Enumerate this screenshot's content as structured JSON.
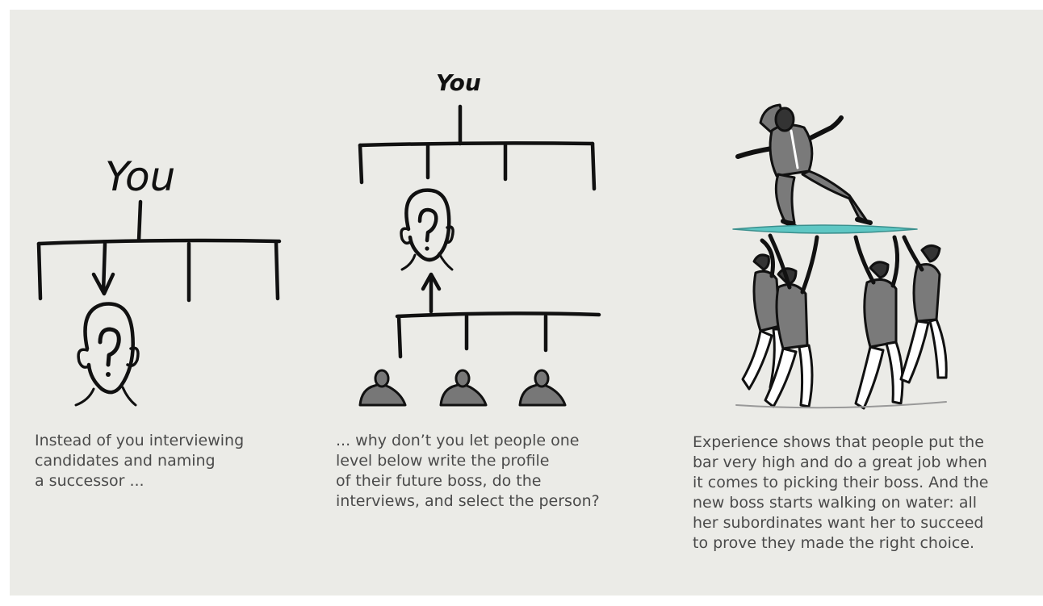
{
  "panels": [
    {
      "you_label": "You",
      "caption": "Instead of you interviewing\ncandidates and naming\na successor ..."
    },
    {
      "you_label": "You",
      "caption": "... why don’t you let people one\nlevel below write the profile\nof their future boss, do the\ninterviews, and select the person?"
    },
    {
      "caption": "Experience shows that people put the\nbar very high and do a great job when\nit comes to picking their boss. And the\nnew boss starts walking on water: all\nher subordinates want her to succeed\nto prove they made the right choice."
    }
  ],
  "colors": {
    "background": "#ebebe7",
    "ink": "#111111",
    "suit_gray": "#7a7a7a",
    "water": "#5fc7c4",
    "caption_text": "#4a4a4a"
  }
}
